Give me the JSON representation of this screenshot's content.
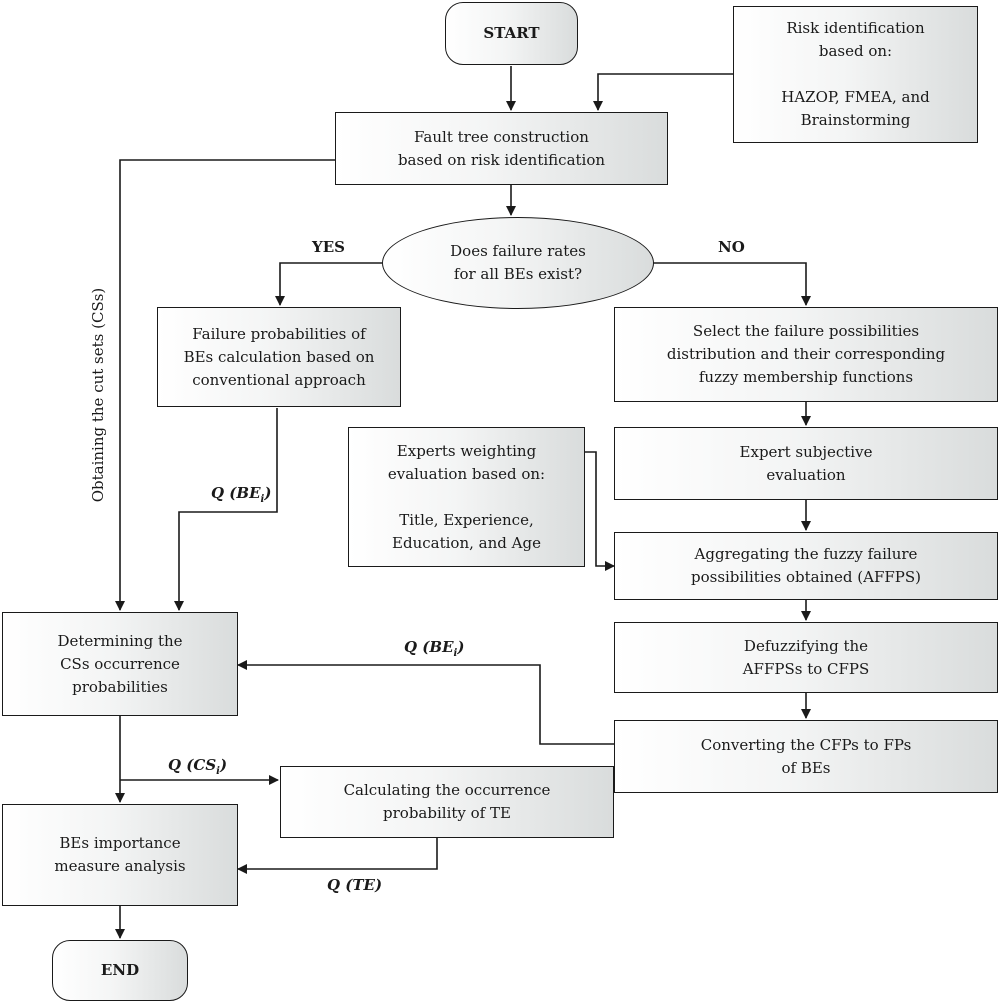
{
  "nodes": {
    "start": "START",
    "risk_identification": "Risk identification\nbased on:\n\nHAZOP, FMEA, and\nBrainstorming",
    "fault_tree": "Fault tree construction\nbased on risk identification",
    "decision": "Does failure rates\nfor all BEs exist?",
    "failure_probabilities": "Failure probabilities of\nBEs calculation based on\nconventional approach",
    "select_distribution": "Select the failure possibilities\ndistribution and their corresponding\nfuzzy membership functions",
    "experts_weighting": "Experts weighting\nevaluation based on:\n\nTitle, Experience,\nEducation, and Age",
    "expert_subjective": "Expert subjective\nevaluation",
    "aggregating": "Aggregating the fuzzy failure\npossibilities obtained (AFFPS)",
    "defuzzifying": "Defuzzifying the\nAFFPSs to CFPS",
    "converting": "Converting the CFPs to FPs\nof BEs",
    "determining": "Determining the\nCSs occurrence\nprobabilities",
    "calculating": "Calculating the occurrence\nprobability of TE",
    "importance": "BEs importance\nmeasure analysis",
    "end": "END"
  },
  "labels": {
    "yes": "YES",
    "no": "NO",
    "cut_sets": "Obtaining the cut sets (CSs)",
    "q_be_left": "Q (BE",
    "q_be_left_sub": "i",
    "q_be_left_close": ")",
    "q_be_right": "Q (BE",
    "q_be_right_sub": "i",
    "q_be_right_close": ")",
    "q_cs": "Q (CS",
    "q_cs_sub": "i",
    "q_cs_close": ")",
    "q_te": "Q (TE)"
  }
}
